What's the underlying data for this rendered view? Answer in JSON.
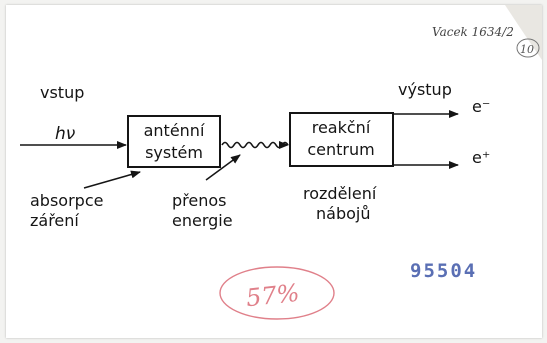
{
  "ref_note": "Vacek 1634/2",
  "corner_mark": "10",
  "labels": {
    "input": "vstup",
    "output": "výstup",
    "photon": "hν",
    "absorption_line1": "absorpce",
    "absorption_line2": "záření",
    "transfer_line1": "přenos",
    "transfer_line2": "energie",
    "separation_line1": "rozdělení",
    "separation_line2": "nábojů",
    "electron": "e⁻",
    "positive": "e⁺"
  },
  "boxes": {
    "antenna_line1": "anténní",
    "antenna_line2": "systém",
    "reaction_line1": "reakční",
    "reaction_line2": "centrum"
  },
  "stamp_number": "95504",
  "red_stamp": "57%",
  "colors": {
    "ink": "#151515",
    "stamp_blue": "#5a6fb4",
    "stamp_red": "#e0808a",
    "pencil": "#444444"
  }
}
